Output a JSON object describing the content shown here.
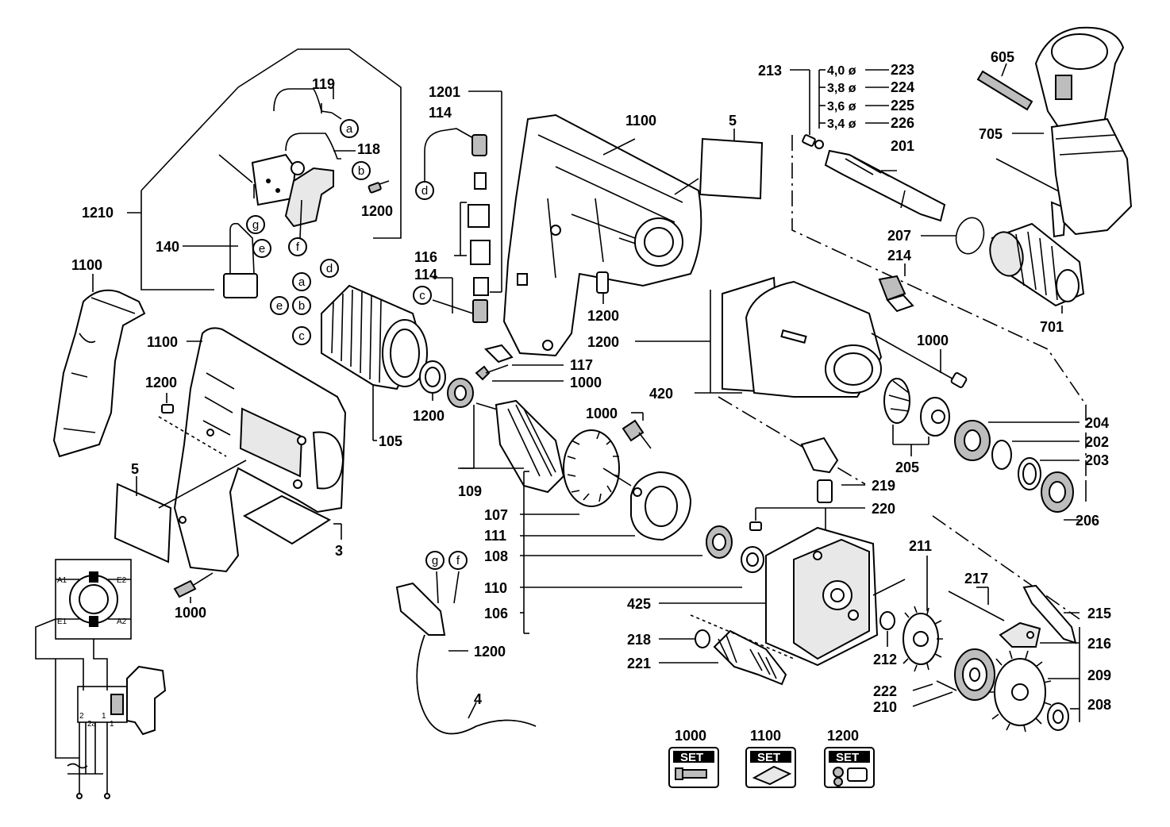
{
  "labels": {
    "l119": "119",
    "l118": "118",
    "l1200a": "1200",
    "l1210": "1210",
    "l140": "140",
    "l1201": "1201",
    "l114a": "114",
    "l116": "116",
    "l114b": "114",
    "l1100a": "1100",
    "l5a": "5",
    "l213": "213",
    "d223": "4,0 ø",
    "l223": "223",
    "d224": "3,8 ø",
    "l224": "224",
    "d225": "3,6 ø",
    "l225": "225",
    "d226": "3,4 ø",
    "l226": "226",
    "l201": "201",
    "l605": "605",
    "l705": "705",
    "l207": "207",
    "l214": "214",
    "l701": "701",
    "l1100b": "1100",
    "l1100c": "1100",
    "l1200b": "1200",
    "l5b": "5",
    "l1000a": "1000",
    "l3": "3",
    "l105": "105",
    "l1200c": "1200",
    "l109": "109",
    "l117": "117",
    "l1000b": "1000",
    "l1200d": "1200",
    "l1200e": "1200",
    "l420": "420",
    "l1000c": "1000",
    "l204": "204",
    "l202": "202",
    "l203": "203",
    "l205": "205",
    "l219": "219",
    "l206": "206",
    "l220": "220",
    "l1000d": "1000",
    "l107": "107",
    "l111": "111",
    "l108": "108",
    "l110": "110",
    "l106": "106",
    "l1200f": "1200",
    "l4": "4",
    "l425": "425",
    "l211": "211",
    "l217": "217",
    "l215": "215",
    "l218": "218",
    "l216": "216",
    "l221": "221",
    "l212": "212",
    "l222": "222",
    "l209": "209",
    "l210": "210",
    "l208": "208"
  },
  "circles": {
    "a": "a",
    "b": "b",
    "c": "c",
    "d": "d",
    "e": "e",
    "f": "f",
    "g": "g"
  },
  "wiring": {
    "a1": "A1",
    "e2": "E2",
    "e1": "E1",
    "a2": "A2",
    "t2": "2",
    "t2a": "2a",
    "t1": "1",
    "t1a": "1"
  },
  "sets": [
    {
      "number": "1000",
      "badge": "SET"
    },
    {
      "number": "1100",
      "badge": "SET"
    },
    {
      "number": "1200",
      "badge": "SET"
    }
  ]
}
